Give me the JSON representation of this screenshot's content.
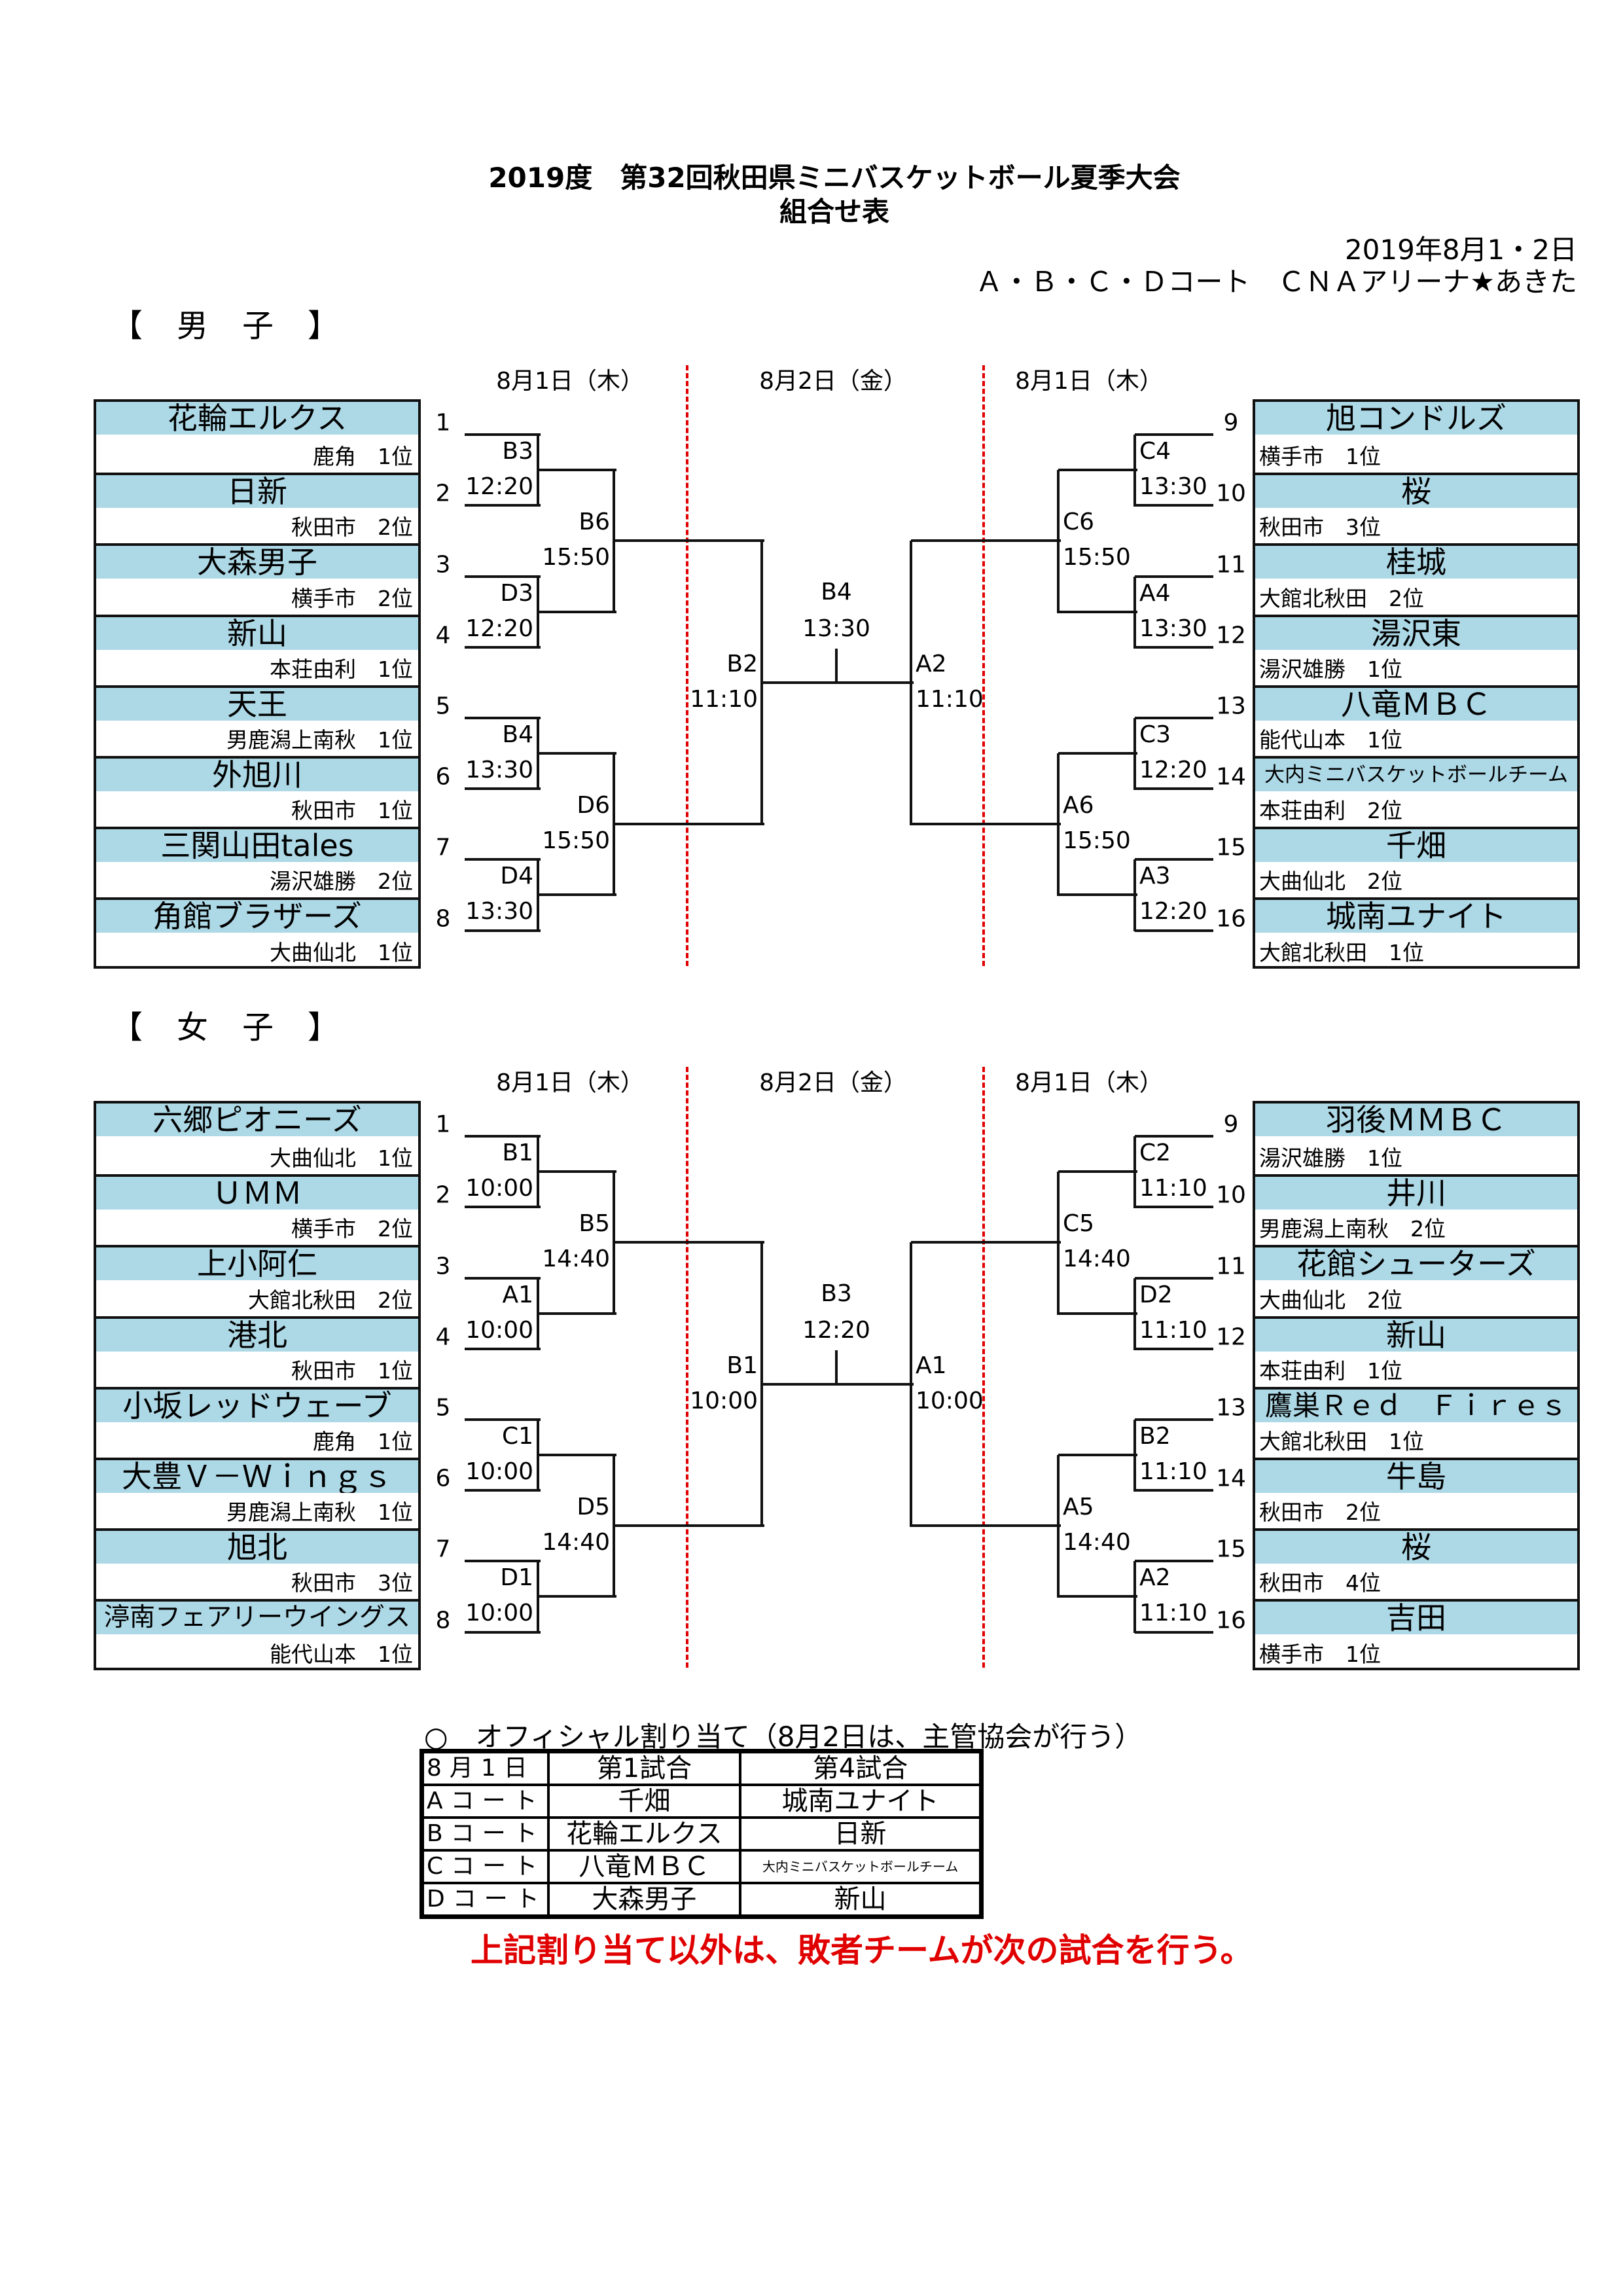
{
  "header": {
    "title": "2019度　第32回秋田県ミニバスケットボール夏季大会",
    "subtitle": "組合せ表",
    "date": "2019年8月1・2日",
    "venue": "Ａ・Ｂ・Ｃ・Ｄコート　ＣＮＡアリーナ★あきた"
  },
  "colors": {
    "name_band": "#add8e6",
    "divider": "#e00000",
    "note": "#e00000"
  },
  "sections": [
    {
      "heading": "【　男　子　】",
      "day_headers": [
        "8月1日（木）",
        "8月2日（金）",
        "8月1日（木）"
      ],
      "left_teams": [
        {
          "seed": "1",
          "name": "花輪エルクス",
          "sub": "鹿角　1位"
        },
        {
          "seed": "2",
          "name": "日新",
          "sub": "秋田市　2位"
        },
        {
          "seed": "3",
          "name": "大森男子",
          "sub": "横手市　2位"
        },
        {
          "seed": "4",
          "name": "新山",
          "sub": "本荘由利　1位"
        },
        {
          "seed": "5",
          "name": "天王",
          "sub": "男鹿潟上南秋　1位"
        },
        {
          "seed": "6",
          "name": "外旭川",
          "sub": "秋田市　1位"
        },
        {
          "seed": "7",
          "name": "三関山田tales",
          "sub": "湯沢雄勝　2位"
        },
        {
          "seed": "8",
          "name": "角館ブラザーズ",
          "sub": "大曲仙北　1位"
        }
      ],
      "right_teams": [
        {
          "seed": "9",
          "name": "旭コンドルズ",
          "sub": "横手市　1位"
        },
        {
          "seed": "10",
          "name": "桜",
          "sub": "秋田市　3位"
        },
        {
          "seed": "11",
          "name": "桂城",
          "sub": "大館北秋田　2位"
        },
        {
          "seed": "12",
          "name": "湯沢東",
          "sub": "湯沢雄勝　1位"
        },
        {
          "seed": "13",
          "name": "八竜ＭＢＣ",
          "sub": "能代山本　1位"
        },
        {
          "seed": "14",
          "name": "大内ミニバスケットボールチーム",
          "sub": "本荘由利　2位"
        },
        {
          "seed": "15",
          "name": "千畑",
          "sub": "大曲仙北　2位"
        },
        {
          "seed": "16",
          "name": "城南ユナイト",
          "sub": "大館北秋田　1位"
        }
      ],
      "left_r1": [
        {
          "code": "B3",
          "time": "12:20"
        },
        {
          "code": "D3",
          "time": "12:20"
        },
        {
          "code": "B4",
          "time": "13:30"
        },
        {
          "code": "D4",
          "time": "13:30"
        }
      ],
      "left_r2": [
        {
          "code": "B6",
          "time": "15:50"
        },
        {
          "code": "D6",
          "time": "15:50"
        }
      ],
      "left_r3": {
        "code": "B2",
        "time": "11:10"
      },
      "final": {
        "code": "B4",
        "time": "13:30"
      },
      "right_r3": {
        "code": "A2",
        "time": "11:10"
      },
      "right_r2": [
        {
          "code": "C6",
          "time": "15:50"
        },
        {
          "code": "A6",
          "time": "15:50"
        }
      ],
      "right_r1": [
        {
          "code": "C4",
          "time": "13:30"
        },
        {
          "code": "A4",
          "time": "13:30"
        },
        {
          "code": "C3",
          "time": "12:20"
        },
        {
          "code": "A3",
          "time": "12:20"
        }
      ]
    },
    {
      "heading": "【　女　子　】",
      "day_headers": [
        "8月1日（木）",
        "8月2日（金）",
        "8月1日（木）"
      ],
      "left_teams": [
        {
          "seed": "1",
          "name": "六郷ピオニーズ",
          "sub": "大曲仙北　1位"
        },
        {
          "seed": "2",
          "name": "ＵＭＭ",
          "sub": "横手市　2位"
        },
        {
          "seed": "3",
          "name": "上小阿仁",
          "sub": "大館北秋田　2位"
        },
        {
          "seed": "4",
          "name": "港北",
          "sub": "秋田市　1位"
        },
        {
          "seed": "5",
          "name": "小坂レッドウェーブ",
          "sub": "鹿角　1位"
        },
        {
          "seed": "6",
          "name": "大豊Ｖ－Ｗｉｎｇｓ",
          "sub": "男鹿潟上南秋　1位"
        },
        {
          "seed": "7",
          "name": "旭北",
          "sub": "秋田市　3位"
        },
        {
          "seed": "8",
          "name": "渟南フェアリーウイングス",
          "sub": "能代山本　1位"
        }
      ],
      "right_teams": [
        {
          "seed": "9",
          "name": "羽後ＭＭＢＣ",
          "sub": "湯沢雄勝　1位"
        },
        {
          "seed": "10",
          "name": "井川",
          "sub": "男鹿潟上南秋　2位"
        },
        {
          "seed": "11",
          "name": "花館シューターズ",
          "sub": "大曲仙北　2位"
        },
        {
          "seed": "12",
          "name": "新山",
          "sub": "本荘由利　1位"
        },
        {
          "seed": "13",
          "name": "鷹巣Ｒｅｄ　Ｆｉｒｅｓ",
          "sub": "大館北秋田　1位"
        },
        {
          "seed": "14",
          "name": "牛島",
          "sub": "秋田市　2位"
        },
        {
          "seed": "15",
          "name": "桜",
          "sub": "秋田市　4位"
        },
        {
          "seed": "16",
          "name": "吉田",
          "sub": "横手市　1位"
        }
      ],
      "left_r1": [
        {
          "code": "B1",
          "time": "10:00"
        },
        {
          "code": "A1",
          "time": "10:00"
        },
        {
          "code": "C1",
          "time": "10:00"
        },
        {
          "code": "D1",
          "time": "10:00"
        }
      ],
      "left_r2": [
        {
          "code": "B5",
          "time": "14:40"
        },
        {
          "code": "D5",
          "time": "14:40"
        }
      ],
      "left_r3": {
        "code": "B1",
        "time": "10:00"
      },
      "final": {
        "code": "B3",
        "time": "12:20"
      },
      "right_r3": {
        "code": "A1",
        "time": "10:00"
      },
      "right_r2": [
        {
          "code": "C5",
          "time": "14:40"
        },
        {
          "code": "A5",
          "time": "14:40"
        }
      ],
      "right_r1": [
        {
          "code": "C2",
          "time": "11:10"
        },
        {
          "code": "D2",
          "time": "11:10"
        },
        {
          "code": "B2",
          "time": "11:10"
        },
        {
          "code": "A2",
          "time": "11:10"
        }
      ]
    }
  ],
  "officials": {
    "heading": "○　オフィシャル割り当て（8月2日は、主管協会が行う）",
    "columns": [
      "8月1日",
      "第1試合",
      "第4試合"
    ],
    "rows": [
      [
        "Aコート",
        "千畑",
        "城南ユナイト"
      ],
      [
        "Bコート",
        "花輪エルクス",
        "日新"
      ],
      [
        "Cコート",
        "八竜ＭＢＣ",
        "大内ミニバスケットボールチーム"
      ],
      [
        "Dコート",
        "大森男子",
        "新山"
      ]
    ],
    "note": "上記割り当て以外は、敗者チームが次の試合を行う。"
  }
}
